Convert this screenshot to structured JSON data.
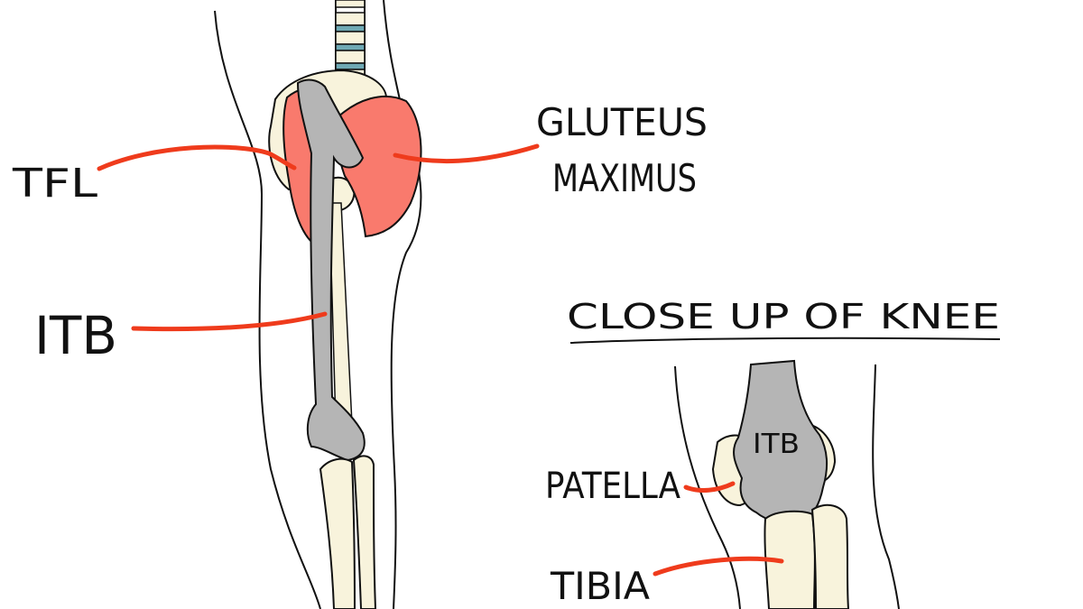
{
  "labels": {
    "tfl": "TFL",
    "itb": "ITB",
    "gluteus_line1": "GLUTEUS",
    "gluteus_line2": "MAXIMUS",
    "close_up_title": "CLOSE UP OF KNEE",
    "knee_itb": "ITB",
    "patella": "PATELLA",
    "tibia": "TIBIA"
  },
  "colors": {
    "muscle": "#f97a6d",
    "tendon": "#b5b5b5",
    "bone": "#f8f3dc",
    "vertebra_disc": "#6fa9b4",
    "leader_line": "#ef3b1c",
    "outline": "#111111"
  }
}
